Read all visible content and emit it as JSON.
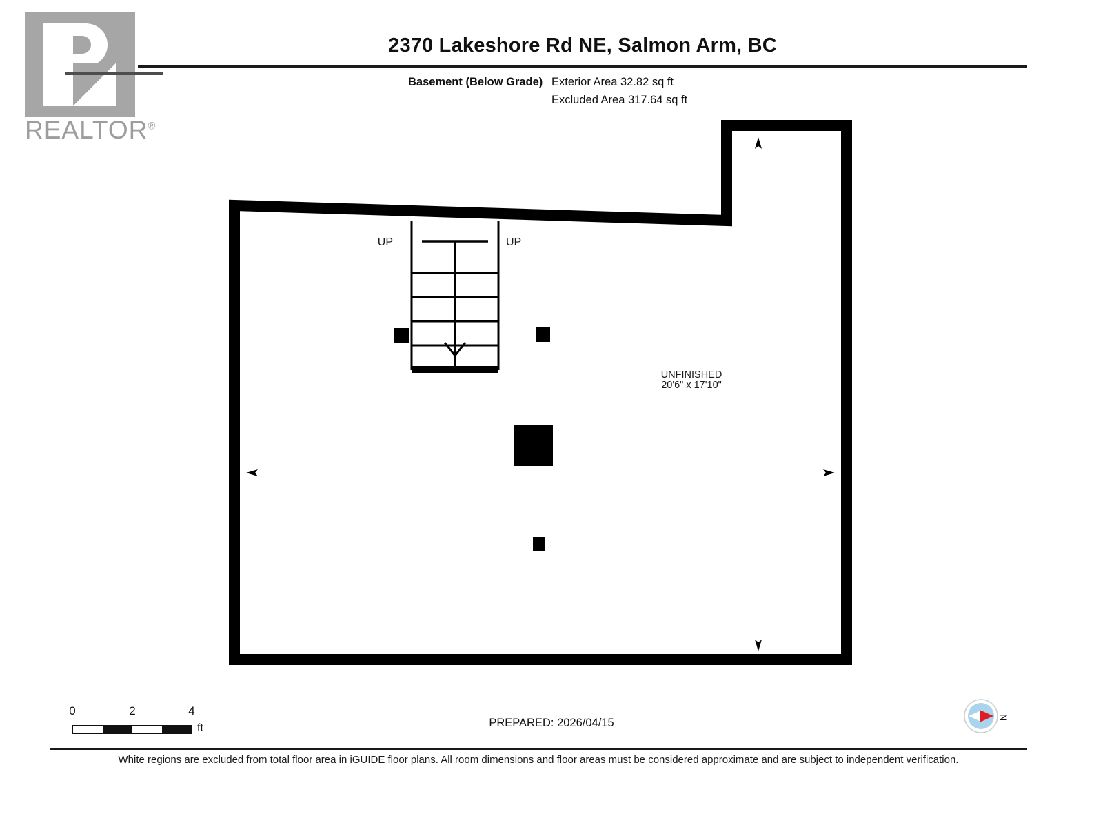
{
  "brand": {
    "logo_name": "realtor-logo",
    "wordmark": "REALTOR",
    "registered_mark": "®",
    "logo_color": "#a6a6a6",
    "wordmark_color": "#9d9d9d"
  },
  "header": {
    "title": "2370 Lakeshore Rd NE, Salmon Arm, BC",
    "level_label": "Basement (Below Grade)",
    "exterior_area": "Exterior Area 32.82 sq ft",
    "excluded_area": "Excluded Area 317.64 sq ft"
  },
  "floorplan": {
    "room_label": "UNFINISHED",
    "room_dimensions": "20'6\" x 17'10\"",
    "stair_label_left": "UP",
    "stair_label_right": "UP",
    "wall_color": "#000000",
    "fill_color": "#ffffff"
  },
  "scale": {
    "ticks": [
      "0",
      "2",
      "4"
    ],
    "unit": "ft",
    "segments": [
      "white",
      "black",
      "white",
      "black"
    ]
  },
  "compass": {
    "north_label": "N",
    "needle_color": "#e01b24",
    "dial_color": "#a8d4ec"
  },
  "footer": {
    "prepared": "PREPARED: 2026/04/15",
    "disclaimer": "White regions are excluded from total floor area in iGUIDE floor plans. All room dimensions and floor areas must be considered approximate and are subject to independent verification."
  }
}
